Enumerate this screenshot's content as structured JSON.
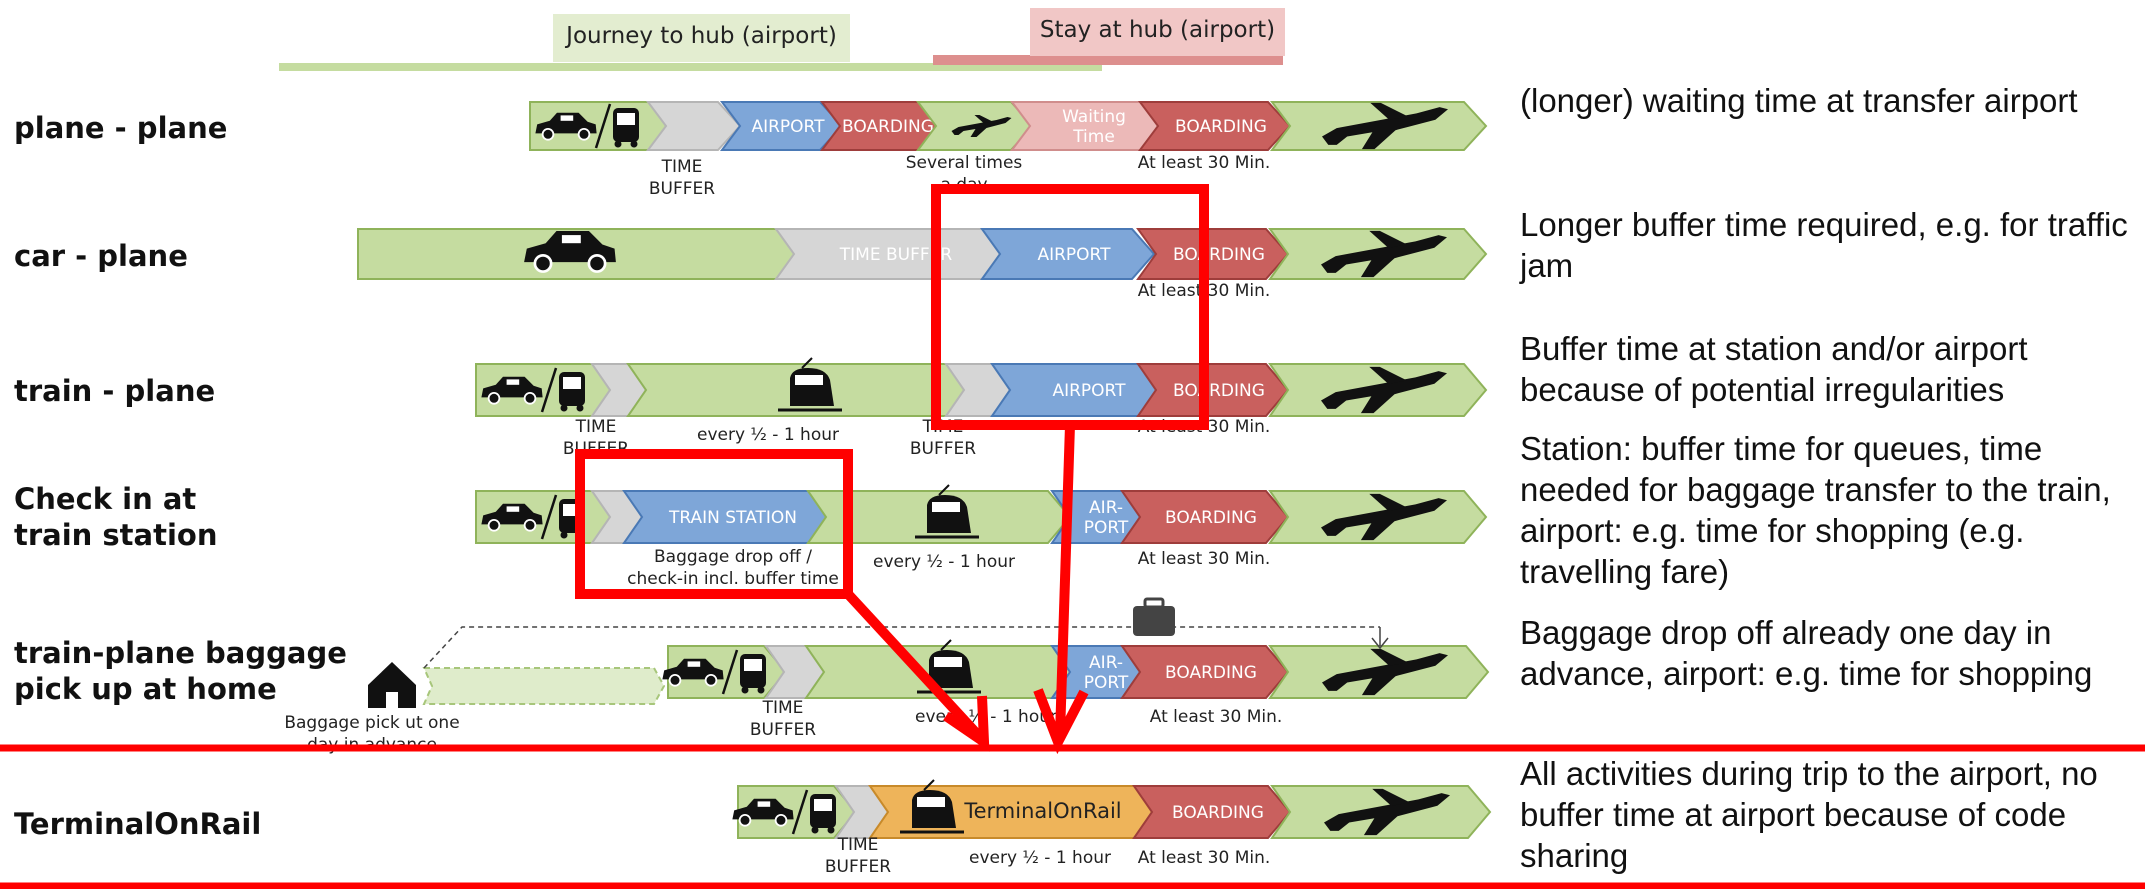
{
  "header": {
    "journey": "Journey to hub (airport)",
    "stay": "Stay at hub (airport)"
  },
  "rows": [
    {
      "label": [
        "plane - plane"
      ],
      "description": "(longer) waiting time at transfer airport",
      "chevrons": [
        {
          "kind": "green",
          "icon": "car-bus-icon"
        },
        {
          "kind": "grey"
        },
        {
          "kind": "blue",
          "text": [
            "AIRPORT"
          ]
        },
        {
          "kind": "red",
          "text": [
            "BOARDING"
          ]
        },
        {
          "kind": "green",
          "icon": "plane-icon-small"
        },
        {
          "kind": "pink",
          "text": [
            "Waiting",
            "Time"
          ]
        },
        {
          "kind": "red",
          "text": [
            "BOARDING"
          ]
        },
        {
          "kind": "green",
          "icon": "plane-icon"
        }
      ],
      "notes": [
        {
          "lines": [
            "TIME",
            "BUFFER"
          ]
        },
        {
          "lines": [
            "Several times",
            "a day"
          ]
        },
        {
          "lines": [
            "At least 30 Min."
          ]
        }
      ]
    },
    {
      "label": [
        "car - plane"
      ],
      "description": "Longer buffer time required, e.g. for traffic jam",
      "chevrons": [
        {
          "kind": "green",
          "icon": "car-icon"
        },
        {
          "kind": "grey",
          "text": [
            "TIME BUFFER"
          ]
        },
        {
          "kind": "blue",
          "text": [
            "AIRPORT"
          ]
        },
        {
          "kind": "red",
          "text": [
            "BOARDING"
          ]
        },
        {
          "kind": "green",
          "icon": "plane-icon"
        }
      ],
      "notes": [
        {
          "lines": [
            "At least 30 Min."
          ]
        }
      ]
    },
    {
      "label": [
        "train - plane"
      ],
      "description": "Buffer time at station and/or airport because of potential irregularities",
      "chevrons": [
        {
          "kind": "green",
          "icon": "car-bus-icon"
        },
        {
          "kind": "grey"
        },
        {
          "kind": "green",
          "icon": "train-icon"
        },
        {
          "kind": "grey"
        },
        {
          "kind": "blue",
          "text": [
            "AIRPORT"
          ]
        },
        {
          "kind": "red",
          "text": [
            "BOARDING"
          ]
        },
        {
          "kind": "green",
          "icon": "plane-icon"
        }
      ],
      "notes": [
        {
          "lines": [
            "TIME",
            "BUFFER"
          ]
        },
        {
          "lines": [
            "every ½ - 1 hour"
          ]
        },
        {
          "lines": [
            "TIME",
            "BUFFER"
          ]
        },
        {
          "lines": [
            "At least 30 Min."
          ]
        }
      ]
    },
    {
      "label": [
        "Check in at",
        "train station"
      ],
      "description": "Station: buffer time for queues, time needed for baggage transfer to the train, airport: e.g. time for shopping (e.g. travelling fare)",
      "chevrons": [
        {
          "kind": "green",
          "icon": "car-bus-icon"
        },
        {
          "kind": "grey"
        },
        {
          "kind": "blue",
          "text": [
            "TRAIN STATION"
          ]
        },
        {
          "kind": "green",
          "icon": "train-icon"
        },
        {
          "kind": "blue",
          "text": [
            "AIR-",
            "PORT"
          ]
        },
        {
          "kind": "red",
          "text": [
            "BOARDING"
          ]
        },
        {
          "kind": "green",
          "icon": "plane-icon"
        }
      ],
      "notes": [
        {
          "lines": [
            "Baggage drop off /",
            "check-in incl. buffer time"
          ]
        },
        {
          "lines": [
            "every ½ - 1 hour"
          ]
        },
        {
          "lines": [
            "At least 30 Min."
          ]
        }
      ]
    },
    {
      "label": [
        "train-plane baggage",
        "pick up at home"
      ],
      "description": "Baggage drop off already one day in advance, airport: e.g. time for shopping",
      "chevrons": [
        {
          "kind": "green",
          "icon": "car-bus-icon"
        },
        {
          "kind": "grey"
        },
        {
          "kind": "green",
          "icon": "train-icon"
        },
        {
          "kind": "blue",
          "text": [
            "AIR-",
            "PORT"
          ]
        },
        {
          "kind": "red",
          "text": [
            "BOARDING"
          ]
        },
        {
          "kind": "green",
          "icon": "plane-icon"
        }
      ],
      "notes": [
        {
          "lines": [
            "Baggage pick ut one",
            "day in advance"
          ]
        },
        {
          "lines": [
            "TIME",
            "BUFFER"
          ]
        },
        {
          "lines": [
            "every ½ - 1 hour"
          ]
        },
        {
          "lines": [
            "At least 30 Min."
          ]
        }
      ]
    },
    {
      "label": [
        "TerminalOnRail"
      ],
      "description": "All activities during trip to the airport, no buffer time at airport because of code sharing",
      "chevrons": [
        {
          "kind": "green",
          "icon": "car-bus-icon"
        },
        {
          "kind": "grey"
        },
        {
          "kind": "orange",
          "text": [
            "TerminalOnRail"
          ],
          "icon": "train-icon"
        },
        {
          "kind": "red",
          "text": [
            "BOARDING"
          ]
        },
        {
          "kind": "green",
          "icon": "plane-icon"
        }
      ],
      "notes": [
        {
          "lines": [
            "TIME",
            "BUFFER"
          ]
        },
        {
          "lines": [
            "every ½ - 1 hour"
          ]
        },
        {
          "lines": [
            "At least 30 Min."
          ]
        }
      ]
    }
  ],
  "colors": {
    "green": "#c5dca0",
    "green_stroke": "#8fb35a",
    "grey": "#d6d6d6",
    "grey_stroke": "#b5b5b5",
    "blue": "#7ea6d8",
    "blue_stroke": "#4a79b5",
    "red": "#c9605e",
    "red_stroke": "#9e3d3b",
    "pink": "#ecb9b8",
    "pink_stroke": "#d08d8c",
    "orange": "#eeb45a",
    "orange_stroke": "#c88a2a",
    "highlight": "#ff0000",
    "journey_bar": "#c5dca0",
    "stay_bar": "#dd8f8e"
  }
}
